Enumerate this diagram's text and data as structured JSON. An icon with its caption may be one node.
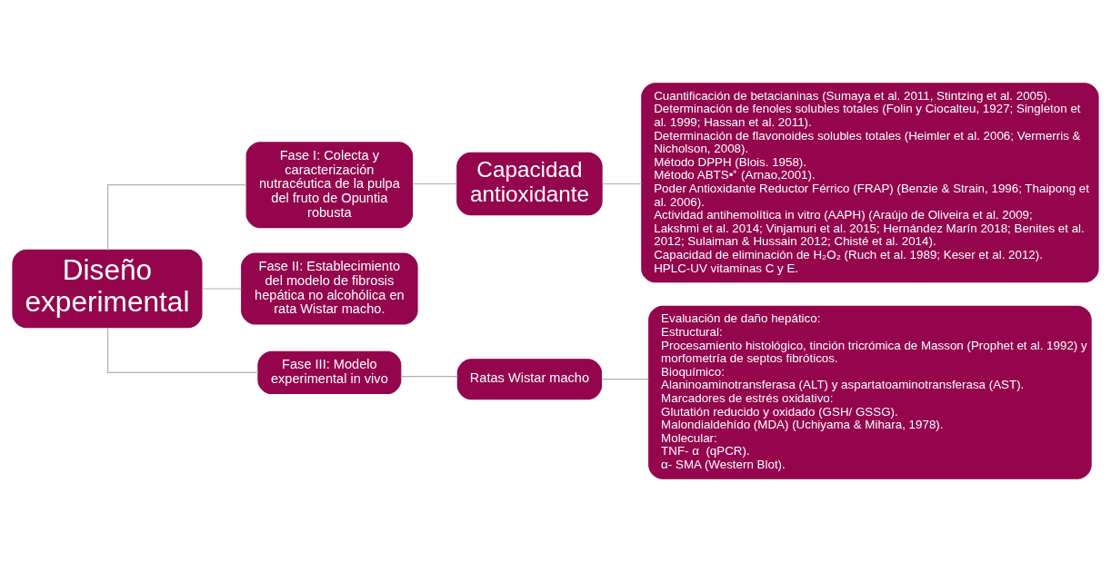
{
  "diagram": {
    "nodes": [
      {
        "text": [
          "Diseño experimental"
        ]
      },
      {
        "text": [
          "Fase I: Colecta y caracterización nutracéutica de la pulpa del fruto de Opuntia robusta"
        ]
      },
      {
        "text": [
          "Fase II: Establecimiento del modelo de fibrosis hepática no alcohólica en rata Wistar macho."
        ]
      },
      {
        "text": [
          "Fase III: Modelo experimental in vivo"
        ]
      },
      {
        "text": [
          "Capacidad antioxidante"
        ]
      },
      {
        "text": [
          "Cuantificación de betacianinas (Sumaya et al. 2011, Stintzing et al. 2005).",
          "Determinación de fenoles solubles totales (Folin y Ciocalteu, 1927; Singleton et al. 1999; Hassan et al. 2011).",
          "Determinación de flavonoides solubles totales (Heimler et al. 2006; Vermerris & Nicholson, 2008).",
          "Método DPPH (Blois. 1958).",
          "Método ABTS•⁺ (Arnao,2001).",
          "Poder Antioxidante Reductor Férrico (FRAP) (Benzie & Strain, 1996; Thaipong et al. 2006).",
          "Actividad antihemolítica in vitro (AAPH) (Araújo de Oliveira et al. 2009; Lakshmi et al. 2014; Vinjamuri et al. 2015; Hernández Marín 2018; Benites et al. 2012; Sulaiman & Hussain 2012; Chisté et al. 2014).",
          "Capacidad de eliminación de H₂O₂ (Ruch et al. 1989; Keser et al. 2012).",
          "HPLC-UV vitaminas C y E."
        ]
      },
      {
        "text": [
          "Ratas Wistar macho"
        ]
      },
      {
        "text": [
          "Evaluación de daño hepático:",
          "Estructural:",
          "Procesamiento histológico, tinción tricrómica de Masson (Prophet et al. 1992) y morfometría de septos fibróticos.",
          "Bioquímico:",
          "Alaninoaminotransferasa (ALT) y aspartatoaminotransferasa (AST).",
          "Marcadores de estrés oxidativo:",
          "Glutatión reducido y oxidado (GSH/ GSSG).",
          "Malondialdehído (MDA) (Uchiyama & Mihara, 1978).",
          "Molecular:",
          "TNF- α  (qPCR).",
          "α- SMA (Western Blot)."
        ]
      }
    ],
    "edges": [
      {
        "from": 0,
        "to": 1,
        "arrow": "none"
      },
      {
        "from": 0,
        "to": 2,
        "arrow": "none"
      },
      {
        "from": 0,
        "to": 3,
        "arrow": "none"
      },
      {
        "from": 1,
        "to": 4,
        "arrow": "none"
      },
      {
        "from": 4,
        "to": 5,
        "arrow": "none"
      },
      {
        "from": 3,
        "to": 6,
        "arrow": "none"
      },
      {
        "from": 6,
        "to": 7,
        "arrow": "none"
      }
    ]
  }
}
